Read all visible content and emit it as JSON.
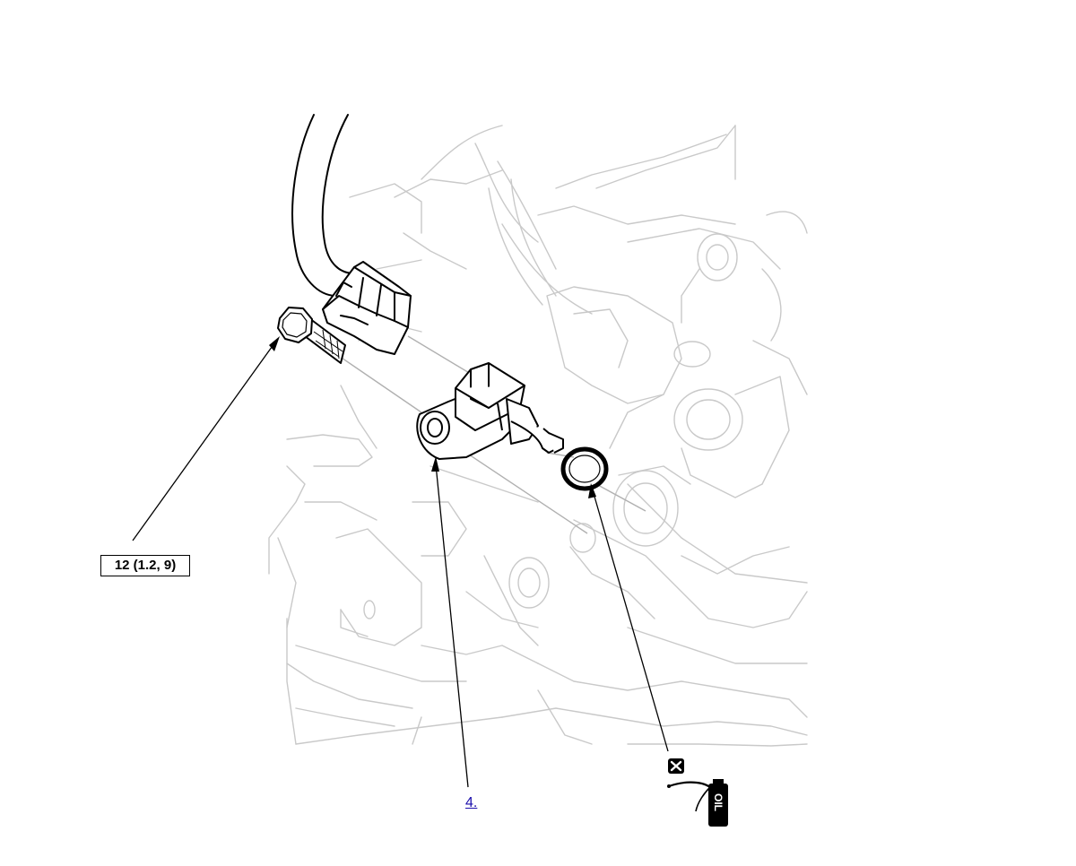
{
  "torque_spec": "12 (1.2, 9)",
  "step_link": "4.",
  "oil_label": "OIL",
  "icons": {
    "replace": "replace-part-icon",
    "oil": "oil-can-icon"
  },
  "colors": {
    "background": "#ffffff",
    "line_art": "#000000",
    "background_art": "#c8c8c8",
    "link": "#1a0dab"
  }
}
